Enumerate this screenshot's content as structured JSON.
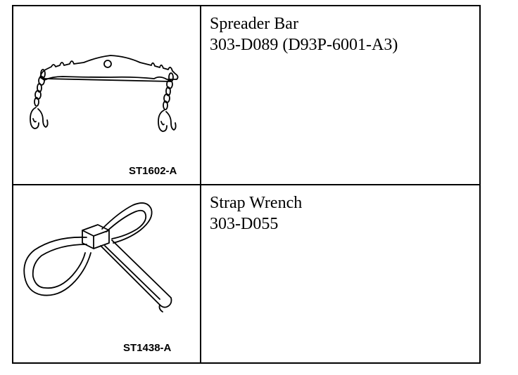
{
  "tools": [
    {
      "illustration_icon": "spreader-bar-icon",
      "figure_id": "ST1602-A",
      "name": "Spreader Bar",
      "part_number": "303-D089 (D93P-6001-A3)"
    },
    {
      "illustration_icon": "strap-wrench-icon",
      "figure_id": "ST1438-A",
      "name": "Strap Wrench",
      "part_number": "303-D055"
    }
  ]
}
